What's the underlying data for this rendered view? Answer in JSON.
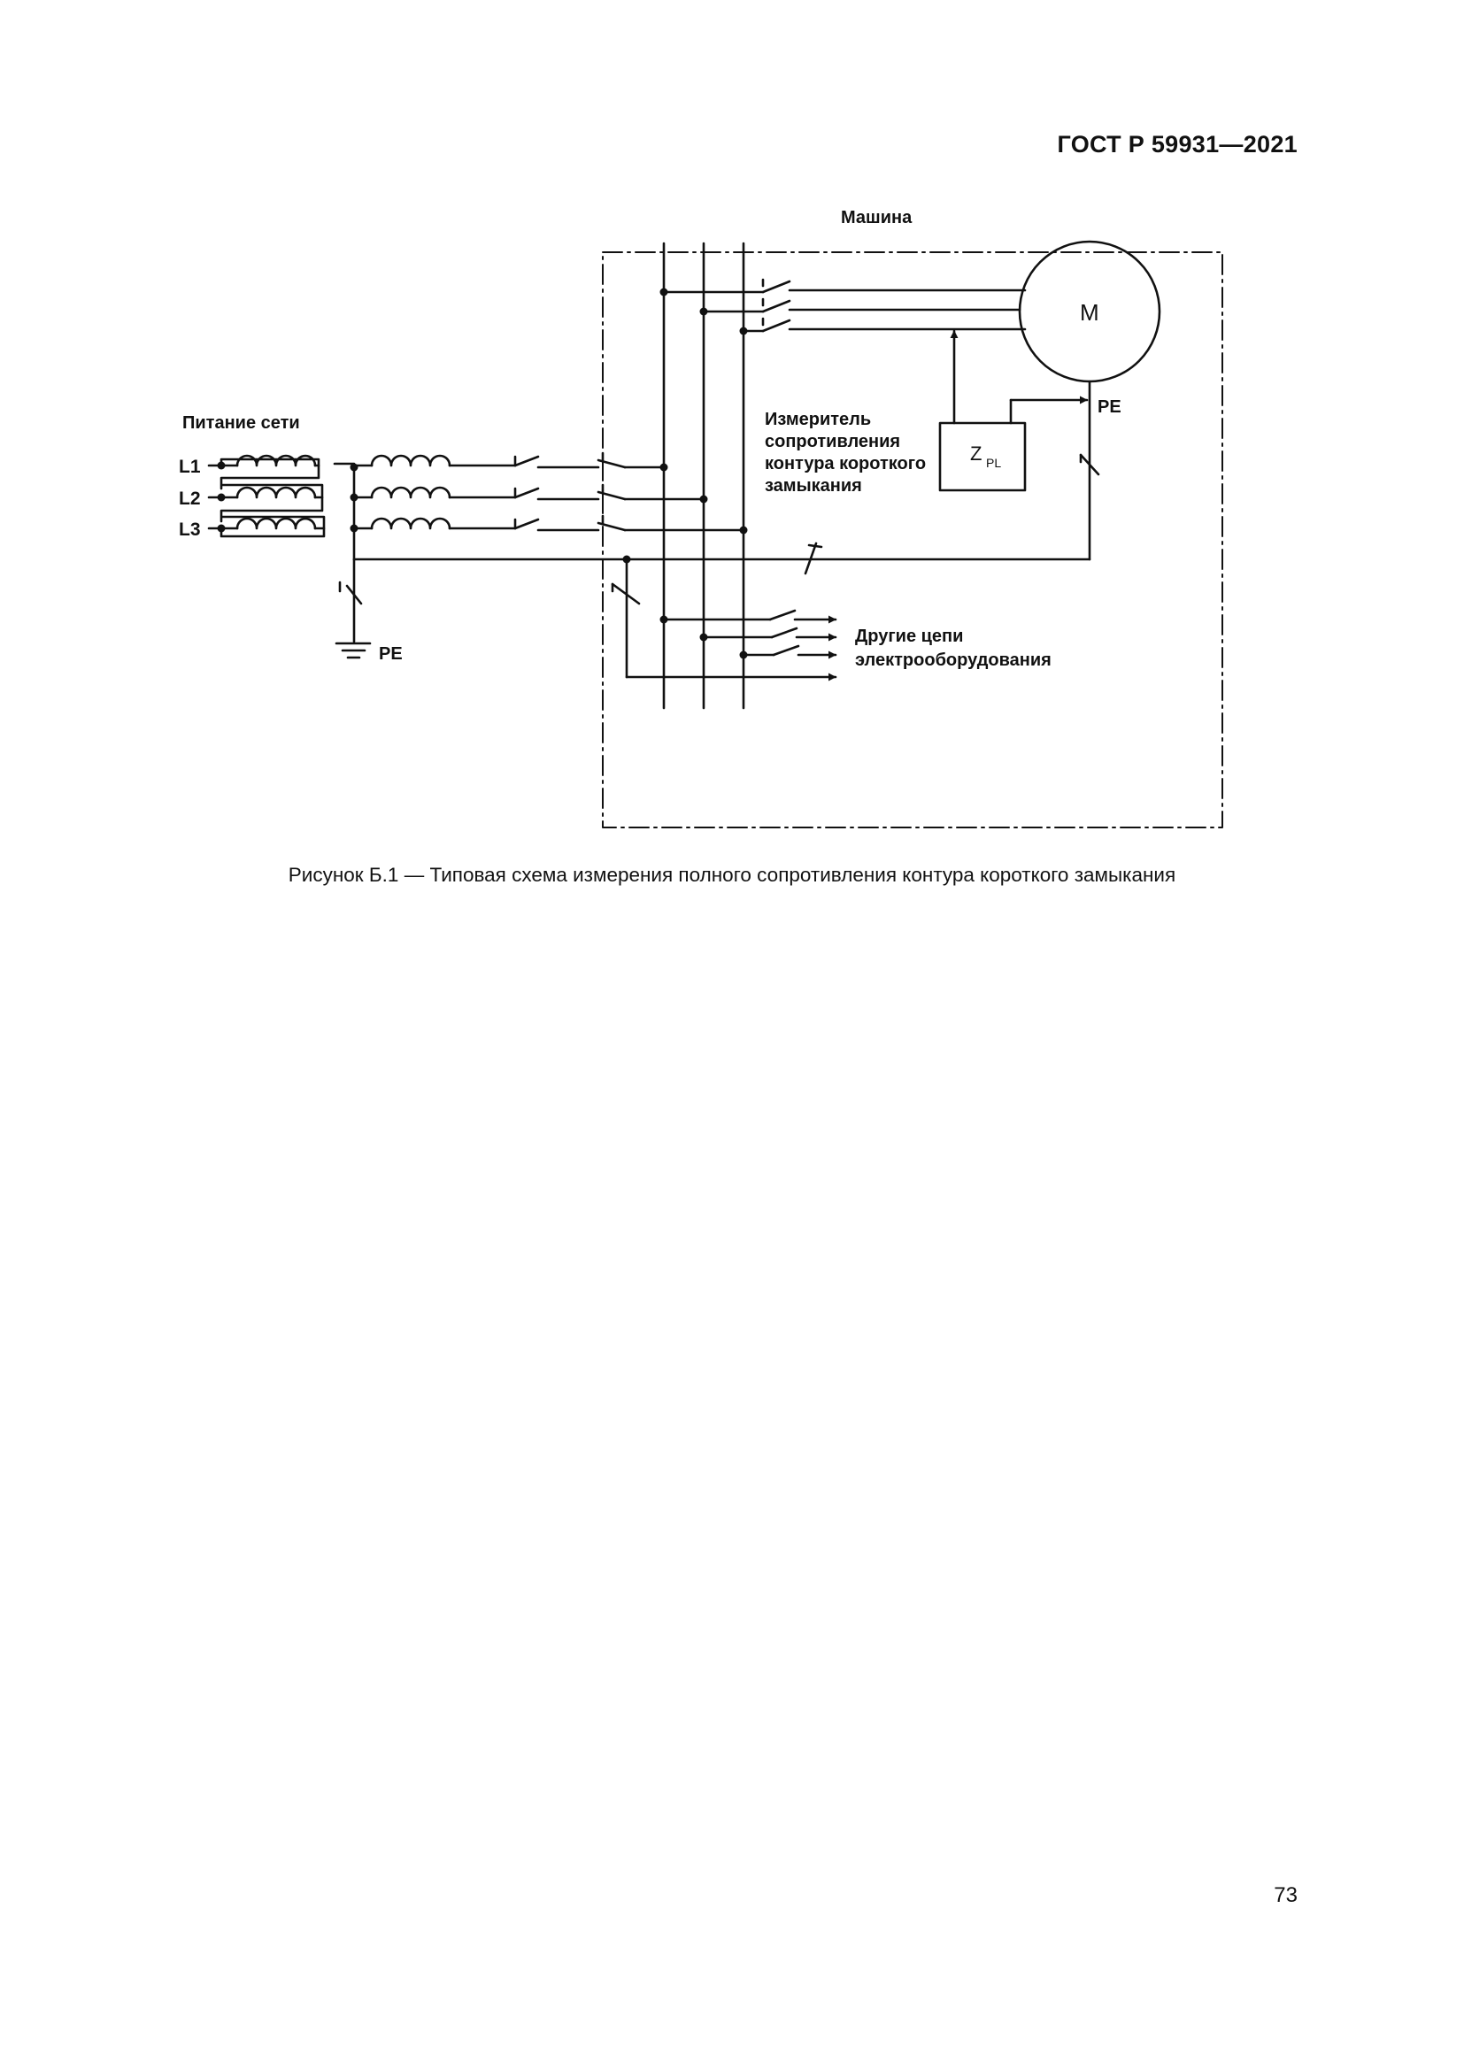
{
  "header": {
    "standard": "ГОСТ Р 59931—2021"
  },
  "diagram": {
    "machine_label": "Машина",
    "motor_label": "М",
    "supply_label": "Питание сети",
    "phases": [
      "L1",
      "L2",
      "L3"
    ],
    "pe_label_motor": "PE",
    "pe_label_ground": "PE",
    "meter_label": [
      "Измеритель",
      "сопротивления",
      "контура короткого",
      "замыкания"
    ],
    "meter_symbol": "Z",
    "meter_subscript": "PL",
    "other_circuits": [
      "Другие цепи",
      "электрооборудования"
    ]
  },
  "caption": "Рисунок Б.1 — Типовая схема измерения полного сопротивления контура короткого замыкания",
  "page_number": "73"
}
